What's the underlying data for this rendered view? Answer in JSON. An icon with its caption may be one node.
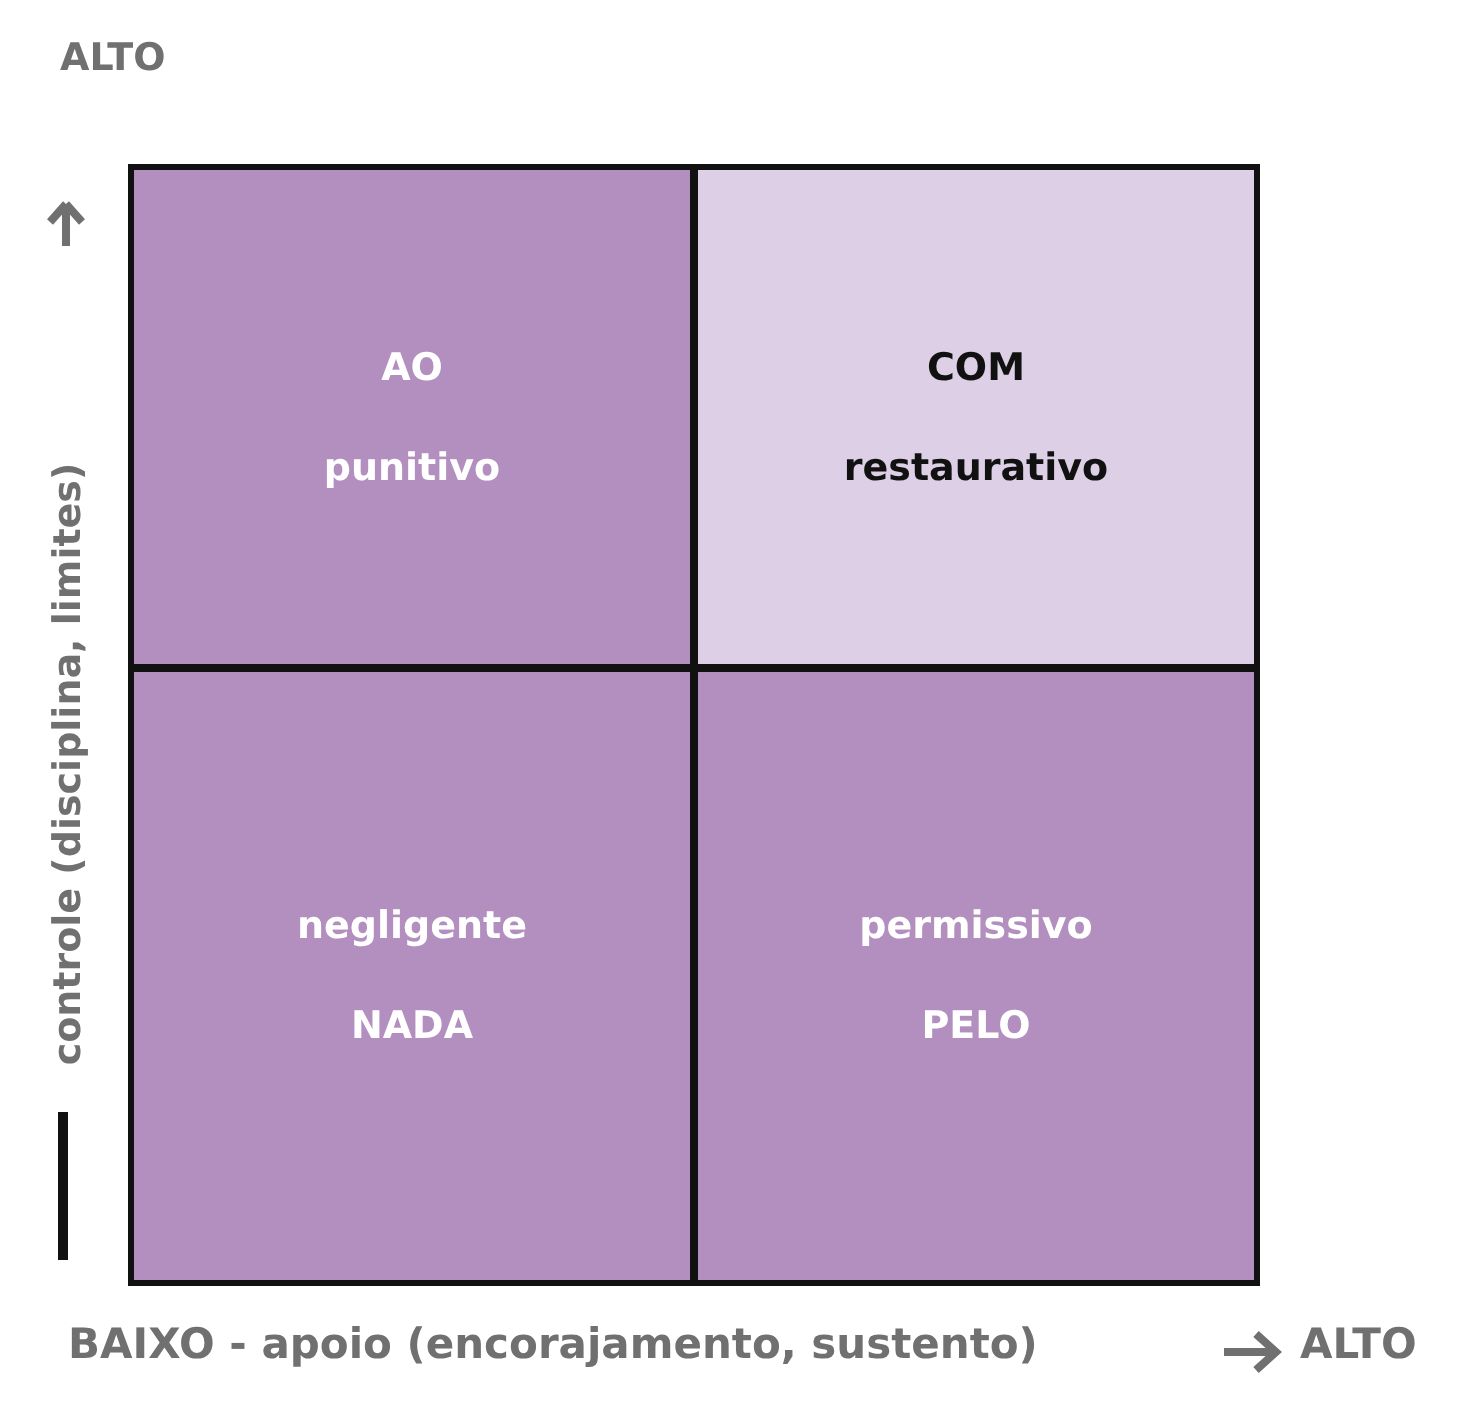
{
  "diagram": {
    "nodes": [
      {
        "text": [
          "AO",
          "punitivo"
        ]
      },
      {
        "text": [
          "COM",
          "restaurativo"
        ]
      },
      {
        "text": [
          "negligente",
          "NADA"
        ]
      },
      {
        "text": [
          "permissivo",
          "PELO"
        ]
      }
    ],
    "labels": [
      "ALTO",
      "controle (disciplina, limites)",
      "BAIXO - apoio (encorajamento, sustento)",
      "ALTO"
    ]
  }
}
